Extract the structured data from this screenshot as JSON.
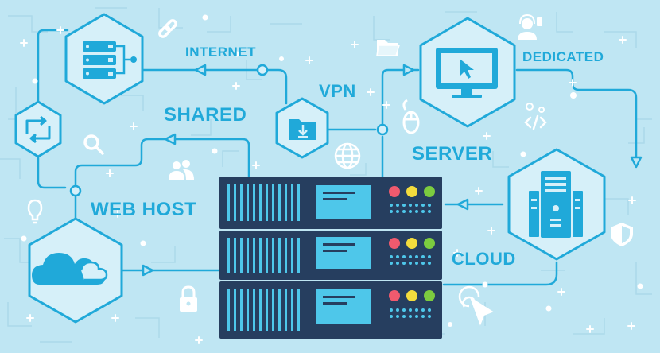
{
  "labels": {
    "internet": "INTERNET",
    "vpn": "VPN",
    "shared": "SHARED",
    "server": "SERVER",
    "dedicated": "DEDICATED",
    "web_host": "WEB HOST",
    "cloud": "CLOUD"
  },
  "colors": {
    "background": "#bfe6f3",
    "accent": "#20a9d9",
    "hexagon_fill": "#d6f0f9",
    "server_body": "#263e5f",
    "server_screen": "#4ec7ea",
    "led_red": "#f05a6e",
    "led_yellow": "#f3dc3d",
    "led_green": "#7ccc3f"
  },
  "icons": [
    "server-rack-icon",
    "refresh-icon",
    "cloud-icon",
    "download-folder-icon",
    "monitor-cursor-icon",
    "tower-server-icon",
    "link-icon",
    "folder-icon",
    "mouse-icon",
    "search-icon",
    "users-icon",
    "globe-icon",
    "lightbulb-icon",
    "lock-icon",
    "shield-icon",
    "support-agent-icon",
    "code-icon",
    "cursor-click-icon"
  ]
}
